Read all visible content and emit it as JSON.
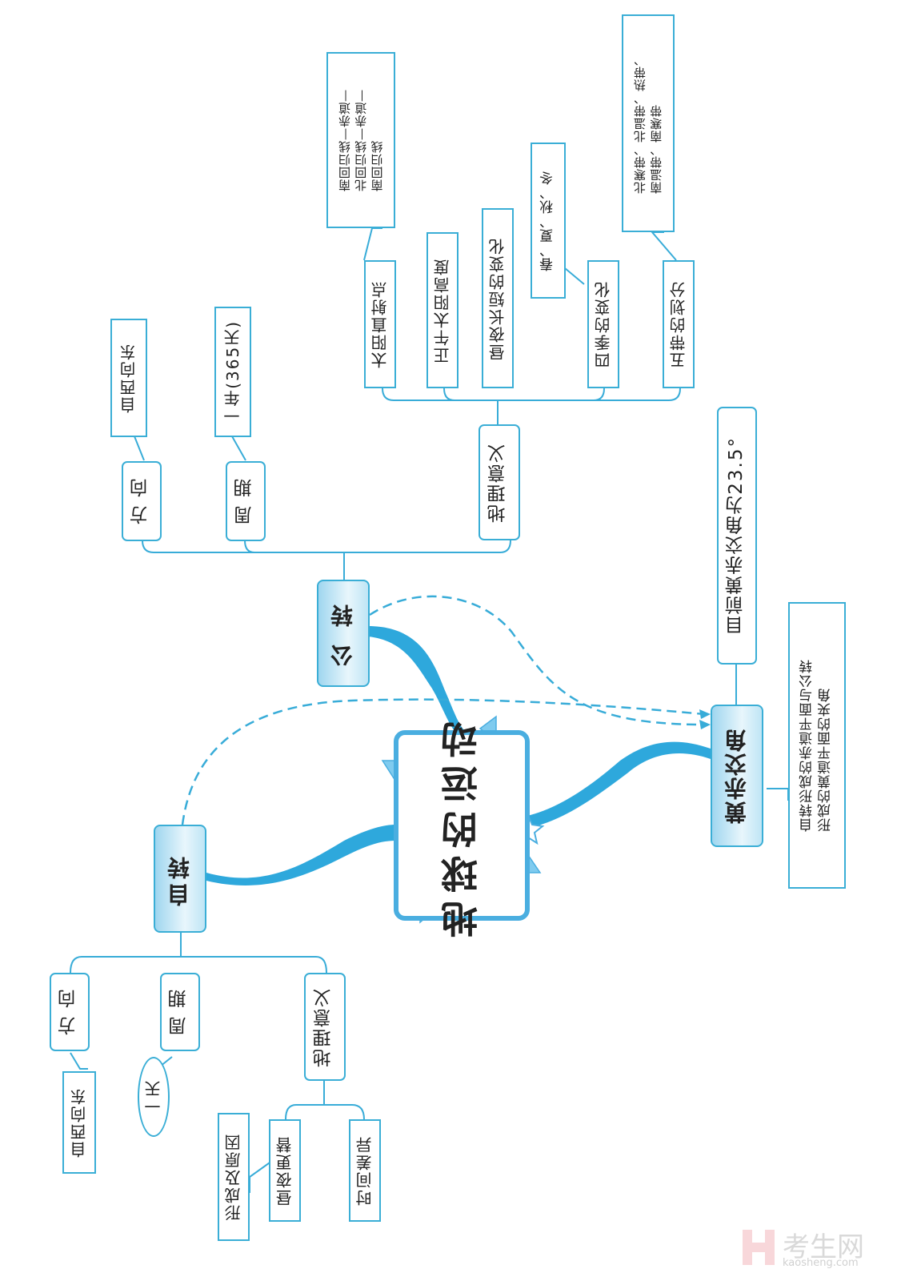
{
  "title": "地球的运动",
  "orientation": "rotated -90deg (text reads bottom-to-top)",
  "colors": {
    "accent": "#3aaed6",
    "line": "#2ea8dc",
    "main_node_fill": "#bfe5f5"
  },
  "rotation": {
    "label": "自转",
    "direction": {
      "label": "方 向",
      "note": "自西向东"
    },
    "period": {
      "label": "周 期",
      "note": "一天"
    },
    "significance": {
      "label": "地理意义",
      "items": [
        {
          "label": "昼夜更替",
          "note": "形成及原因"
        },
        {
          "label": "时间差异"
        }
      ]
    }
  },
  "revolution": {
    "label": "公 转",
    "direction": {
      "label": "方 向",
      "note": "自西向东"
    },
    "period": {
      "label": "周 期",
      "note": "一年(365天)"
    },
    "significance": {
      "label": "地理意义",
      "items": [
        {
          "label": "太阳直射点",
          "note_lines": [
            "南回归线—赤道—",
            "北回归线—赤道—",
            "南回归线"
          ]
        },
        {
          "label": "正午太阳高度"
        },
        {
          "label": "昼夜长短的变化"
        },
        {
          "label": "四季的变化",
          "note": "春、夏、秋、冬"
        },
        {
          "label": "五带的划分",
          "note_lines": [
            "北寒带、北温带、热带、",
            "南温带、南寒带"
          ]
        }
      ]
    }
  },
  "obliquity": {
    "label": "黄赤交角",
    "value": "目前黄赤交角为23.5°",
    "definition_lines": [
      "自转形成的赤道平面与公转",
      "形成的黄道平面的夹角"
    ]
  },
  "watermark": {
    "name": "考生网",
    "url": "kaosheng.com"
  }
}
